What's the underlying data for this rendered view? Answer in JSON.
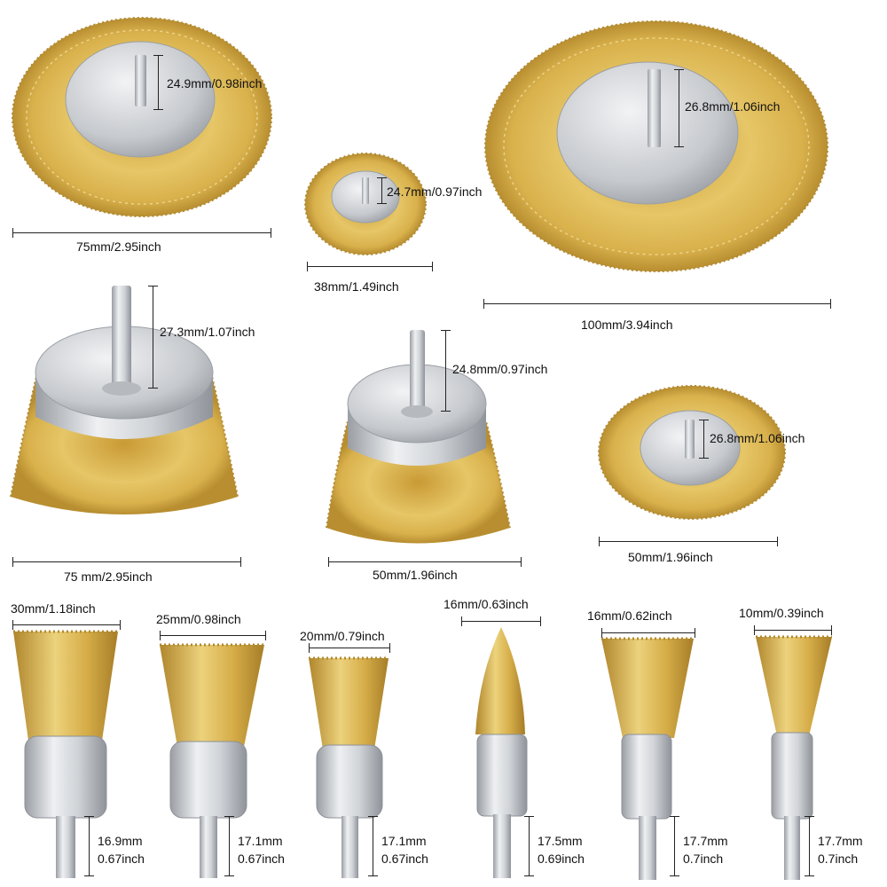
{
  "labels": {
    "wheel_75_shank": "24.9mm/0.98inch",
    "wheel_75_dia": "75mm/2.95inch",
    "wheel_38_shank": "24.7mm/0.97inch",
    "wheel_38_dia": "38mm/1.49inch",
    "wheel_100_shank": "26.8mm/1.06inch",
    "wheel_100_dia": "100mm/3.94inch",
    "cup_75_shank": "27.3mm/1.07inch",
    "cup_75_dia": "75 mm/2.95inch",
    "cup_50_shank": "24.8mm/0.97inch",
    "cup_50_dia": "50mm/1.96inch",
    "wheel_50_shank": "26.8mm/1.06inch",
    "wheel_50_dia": "50mm/1.96inch",
    "end_30_dia": "30mm/1.18inch",
    "end_30_shank_mm": "16.9mm",
    "end_30_shank_in": "0.67inch",
    "end_25_dia": "25mm/0.98inch",
    "end_25_shank_mm": "17.1mm",
    "end_25_shank_in": "0.67inch",
    "end_20_dia": "20mm/0.79inch",
    "end_20_shank_mm": "17.1mm",
    "end_20_shank_in": "0.67inch",
    "end_16a_dia": "16mm/0.63inch",
    "end_16a_shank_mm": "17.5mm",
    "end_16a_shank_in": "0.69inch",
    "end_16b_dia": "16mm/0.62inch",
    "end_16b_shank_mm": "17.7mm",
    "end_16b_shank_in": "0.7inch",
    "end_10_dia": "10mm/0.39inch",
    "end_10_shank_mm": "17.7mm",
    "end_10_shank_in": "0.7inch"
  },
  "colors": {
    "brass": "#d8b04a",
    "brass_light": "#f1dc8e",
    "brass_dark": "#a8802a",
    "steel": "#c9ccd0",
    "steel_light": "#eef0f2",
    "steel_dark": "#8d9197"
  }
}
